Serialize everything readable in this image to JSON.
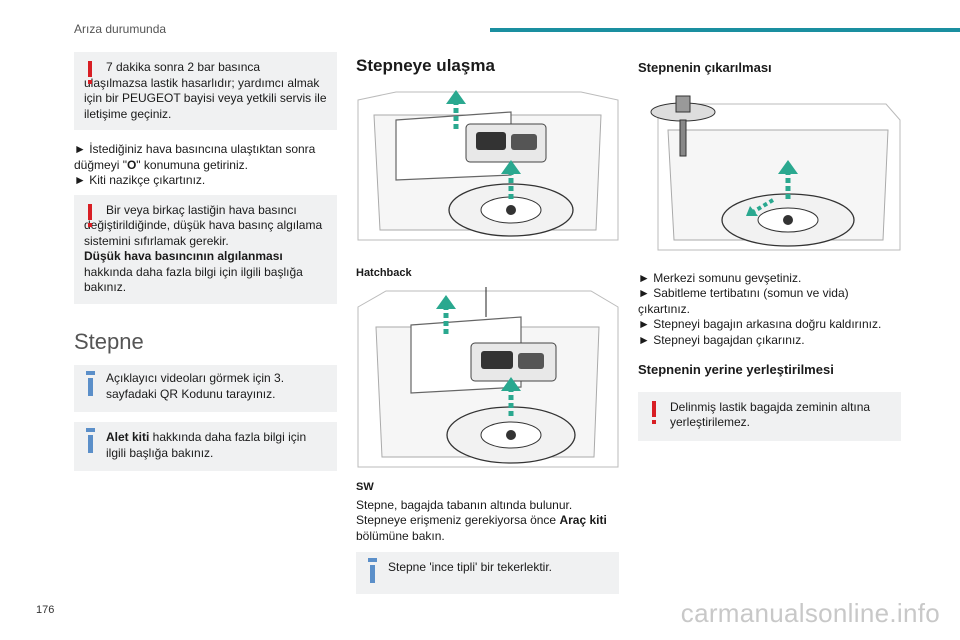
{
  "header": {
    "title": "Arıza durumunda",
    "page_number": "176",
    "accent": "#1a8fa0"
  },
  "col1": {
    "warn1": {
      "first": "7 dakika sonra 2 bar basınca",
      "rest": "ulaşılmazsa lastik hasarlıdır; yardımcı almak için bir PEUGEOT bayisi veya yetkili servis ile iletişime geçiniz."
    },
    "steps": [
      {
        "prefix": "► İstediğiniz hava basıncına ulaştıktan sonra düğmeyi \"",
        "bold": "O",
        "suffix": "\" konumuna getiriniz."
      },
      {
        "text": "► Kiti nazikçe çıkartınız."
      }
    ],
    "warn2": {
      "first": "Bir veya birkaç lastiğin hava basıncı",
      "rest": "değiştirildiğinde, düşük hava basınç algılama sistemini sıfırlamak gerekir.",
      "bold": "Düşük hava basıncının algılanması",
      "tail": "hakkında daha fazla bilgi için ilgili başlığa bakınız."
    },
    "section_title": "Stepne",
    "info1": {
      "first": "Açıklayıcı videoları görmek için 3.",
      "rest": "sayfadaki QR Kodunu tarayınız."
    },
    "info2": {
      "bold": "Alet kiti",
      "rest": " hakkında daha fazla bilgi için ilgili başlığa bakınız."
    }
  },
  "col2": {
    "title": "Stepneye ulaşma",
    "caption1": "Hatchback",
    "caption2": "SW",
    "text_prefix": "Stepne, bagajda tabanın altında bulunur. Stepneye erişmeniz gerekiyorsa önce ",
    "text_bold": "Araç kiti",
    "text_suffix": " bölümüne bakın.",
    "info": "Stepne 'ince tipli' bir tekerlektir."
  },
  "col3": {
    "title": "Stepnenin çıkarılması",
    "steps": [
      "► Merkezi somunu gevşetiniz.",
      "► Sabitleme tertibatını (somun ve vida) çıkartınız.",
      "► Stepneyi bagajın arkasına doğru kaldırınız.",
      "► Stepneyi bagajdan çıkarınız."
    ],
    "subtitle": "Stepnenin yerine yerleştirilmesi",
    "warn": "Delinmiş lastik bagajda zeminin altına yerleştirilemez."
  },
  "watermark": "carmanualsonline.info",
  "colors": {
    "warning": "#d81e24",
    "info": "#5b8fc9",
    "arrow": "#2aa88f"
  }
}
